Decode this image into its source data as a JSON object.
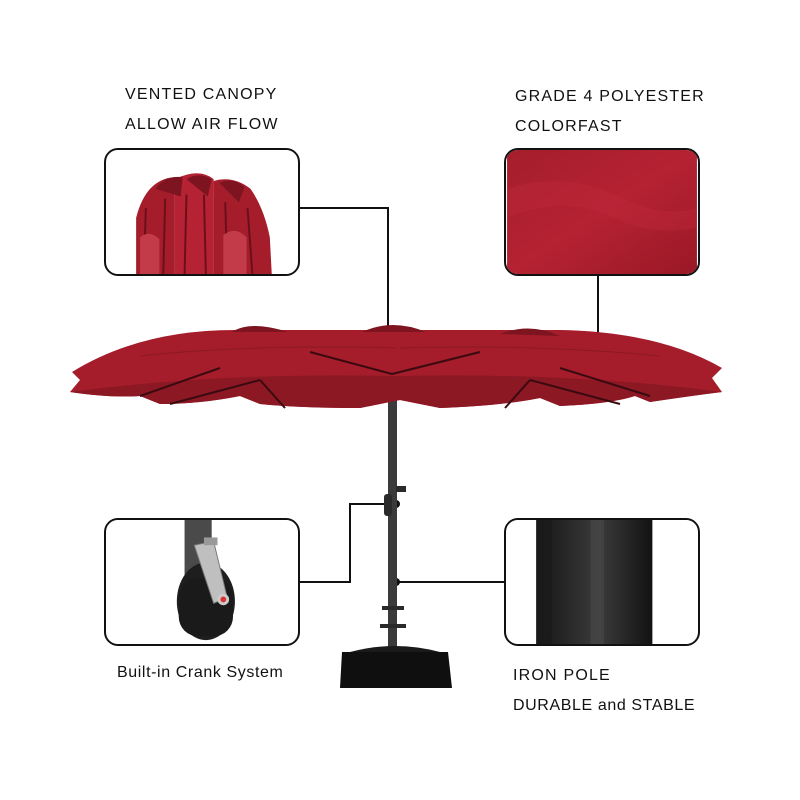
{
  "callouts": {
    "canopy": {
      "line1": "VENTED CANOPY",
      "line2": "ALLOW AIR FLOW"
    },
    "fabric": {
      "line1": "GRADE 4 POLYESTER",
      "line2": "COLORFAST"
    },
    "crank": {
      "line1": "Built-in Crank System"
    },
    "pole": {
      "line1": "IRON POLE",
      "line2": "DURABLE and STABLE"
    }
  },
  "colors": {
    "canopy_red": "#a51d2b",
    "canopy_dark": "#7d1420",
    "pole": "#3a3a3a",
    "base": "#0f0f0f",
    "line": "#111111"
  }
}
